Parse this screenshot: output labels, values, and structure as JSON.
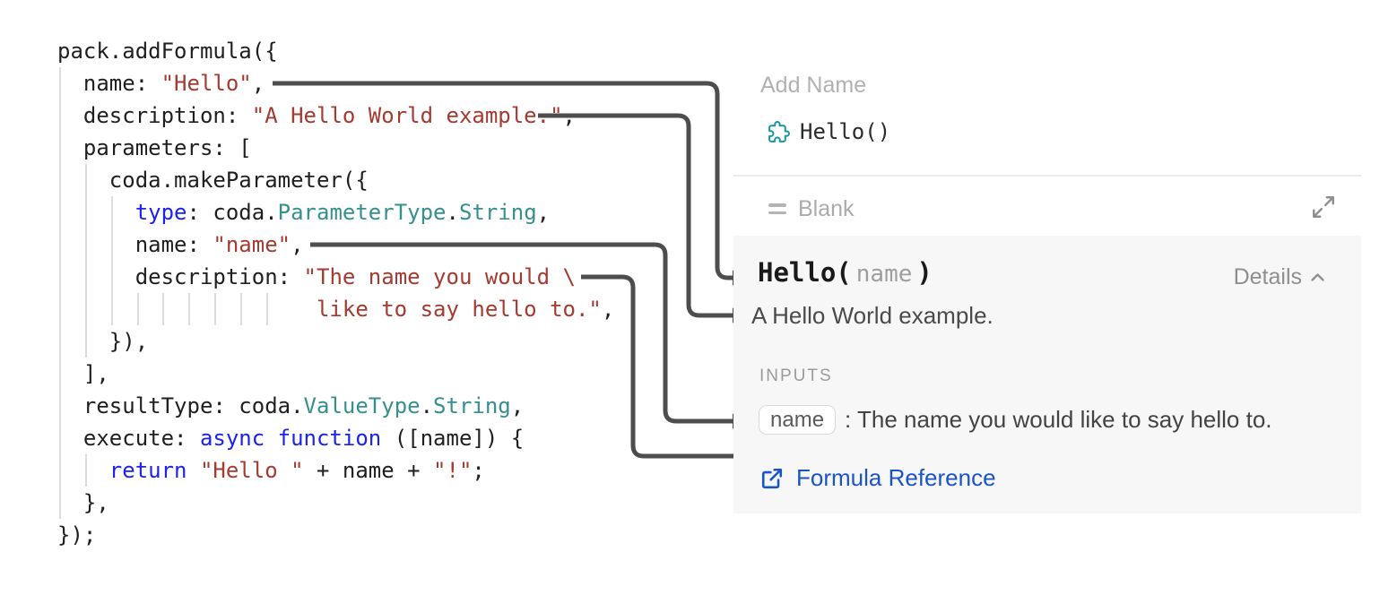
{
  "theme": {
    "accent-teal": "#1795a0",
    "link-blue": "#1b54c9",
    "arrow-gray": "#4d4d4d",
    "code-string": "#a43a30",
    "code-keyword": "#1b22ef",
    "code-type": "#35908d",
    "code-text": "#1f1f1f",
    "panel-bg": "#f7f7f7"
  },
  "code": {
    "lines": [
      [
        {
          "k": "p",
          "t": "pack.addFormula({"
        }
      ],
      [
        {
          "k": "p",
          "t": "  name: "
        },
        {
          "k": "s",
          "t": "\"Hello\""
        },
        {
          "k": "p",
          "t": ","
        }
      ],
      [
        {
          "k": "p",
          "t": "  description: "
        },
        {
          "k": "s",
          "t": "\"A Hello World example.\""
        },
        {
          "k": "p",
          "t": ","
        }
      ],
      [
        {
          "k": "p",
          "t": "  parameters: ["
        }
      ],
      [
        {
          "k": "p",
          "t": "    coda.makeParameter({"
        }
      ],
      [
        {
          "k": "p",
          "t": "      "
        },
        {
          "k": "kw",
          "t": "type"
        },
        {
          "k": "p",
          "t": ": coda."
        },
        {
          "k": "ty",
          "t": "ParameterType"
        },
        {
          "k": "p",
          "t": "."
        },
        {
          "k": "ty",
          "t": "String"
        },
        {
          "k": "p",
          "t": ","
        }
      ],
      [
        {
          "k": "p",
          "t": "      name: "
        },
        {
          "k": "s",
          "t": "\"name\""
        },
        {
          "k": "p",
          "t": ","
        }
      ],
      [
        {
          "k": "p",
          "t": "      description: "
        },
        {
          "k": "s",
          "t": "\"The name you would \\"
        }
      ],
      [
        {
          "k": "p",
          "t": "                    "
        },
        {
          "k": "s",
          "t": "like to say hello to.\""
        },
        {
          "k": "p",
          "t": ","
        }
      ],
      [
        {
          "k": "p",
          "t": "    }),"
        }
      ],
      [
        {
          "k": "p",
          "t": "  ],"
        }
      ],
      [
        {
          "k": "p",
          "t": "  resultType: coda."
        },
        {
          "k": "ty",
          "t": "ValueType"
        },
        {
          "k": "p",
          "t": "."
        },
        {
          "k": "ty",
          "t": "String"
        },
        {
          "k": "p",
          "t": ","
        }
      ],
      [
        {
          "k": "p",
          "t": "  execute: "
        },
        {
          "k": "kw",
          "t": "async function"
        },
        {
          "k": "p",
          "t": " ([name]) {"
        }
      ],
      [
        {
          "k": "p",
          "t": "    "
        },
        {
          "k": "kw",
          "t": "return"
        },
        {
          "k": "p",
          "t": " "
        },
        {
          "k": "s",
          "t": "\"Hello \""
        },
        {
          "k": "p",
          "t": " + name + "
        },
        {
          "k": "s",
          "t": "\"!\""
        },
        {
          "k": "p",
          "t": ";"
        }
      ],
      [
        {
          "k": "p",
          "t": "  },"
        }
      ],
      [
        {
          "k": "p",
          "t": "});"
        }
      ]
    ]
  },
  "editor": {
    "name_placeholder": "Add Name",
    "formula_text": "Hello()",
    "result_label": "Blank",
    "detail": {
      "fn_open": "Hello(",
      "param": "name",
      "fn_close": ")",
      "details_label": "Details",
      "description": "A Hello World example.",
      "inputs_label": "INPUTS",
      "input_chip": "name",
      "input_text": ": The name you would like to say hello to.",
      "link_label": "Formula Reference"
    }
  }
}
